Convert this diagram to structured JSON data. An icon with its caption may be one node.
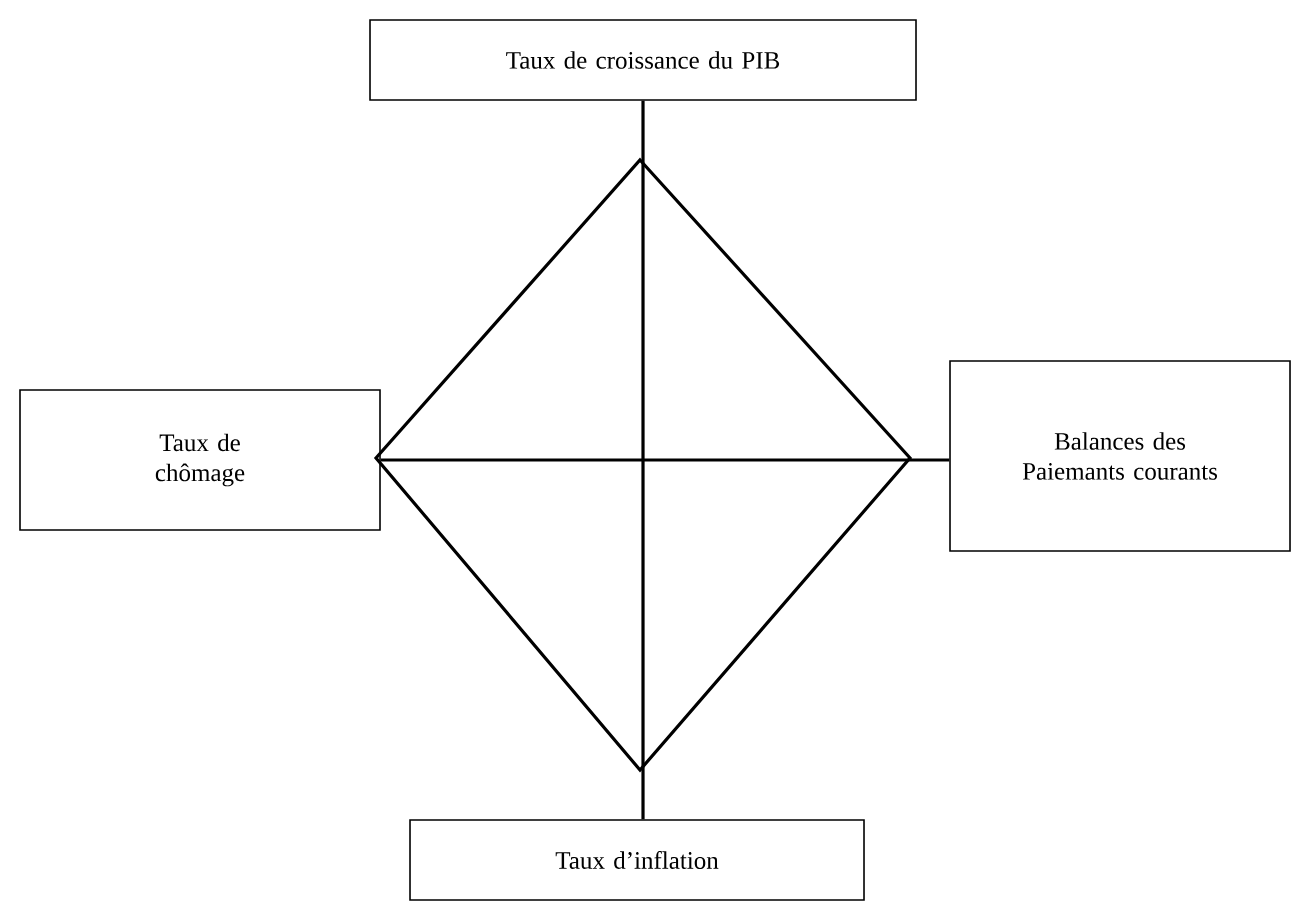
{
  "diagram": {
    "nodes": [
      {
        "text": [
          "Taux de croissance du PIB"
        ]
      },
      {
        "text": [
          "Taux de chômage"
        ]
      },
      {
        "text": [
          "Balances des Paiemants courants"
        ]
      },
      {
        "text": [
          "Taux d’inflation"
        ]
      }
    ],
    "edges": [
      {
        "from": 0,
        "to": 3,
        "arrow": "none"
      },
      {
        "from": 1,
        "to": 2,
        "arrow": "none"
      }
    ]
  }
}
